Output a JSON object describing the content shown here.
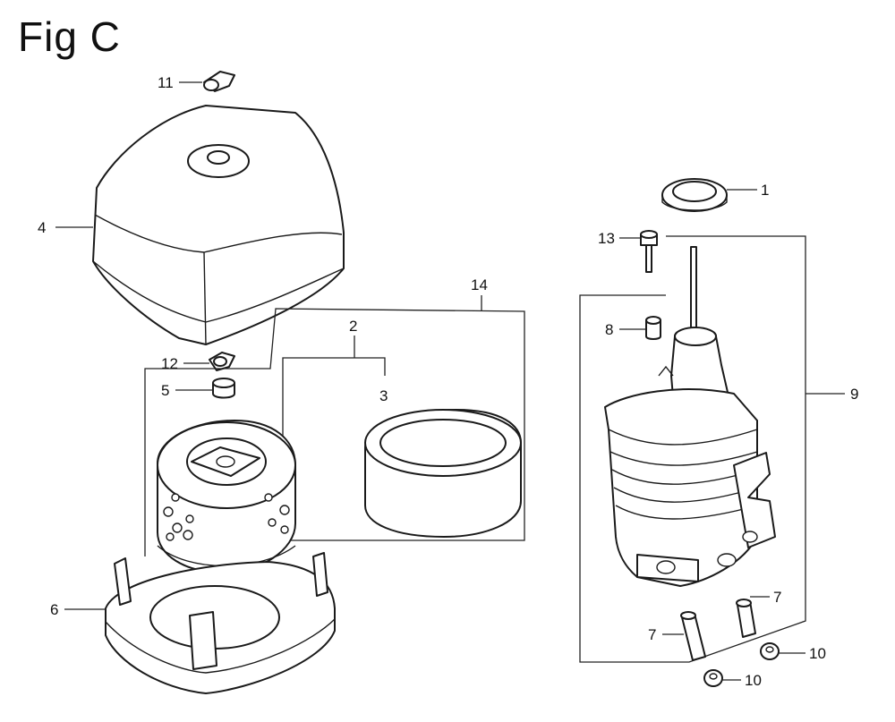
{
  "figure": {
    "title": "Fig C"
  },
  "callouts": {
    "c1": "1",
    "c2": "2",
    "c3": "3",
    "c4": "4",
    "c5": "5",
    "c6": "6",
    "c7a": "7",
    "c7b": "7",
    "c8": "8",
    "c9": "9",
    "c10a": "10",
    "c10b": "10",
    "c11": "11",
    "c12": "12",
    "c13": "13",
    "c14": "14"
  }
}
